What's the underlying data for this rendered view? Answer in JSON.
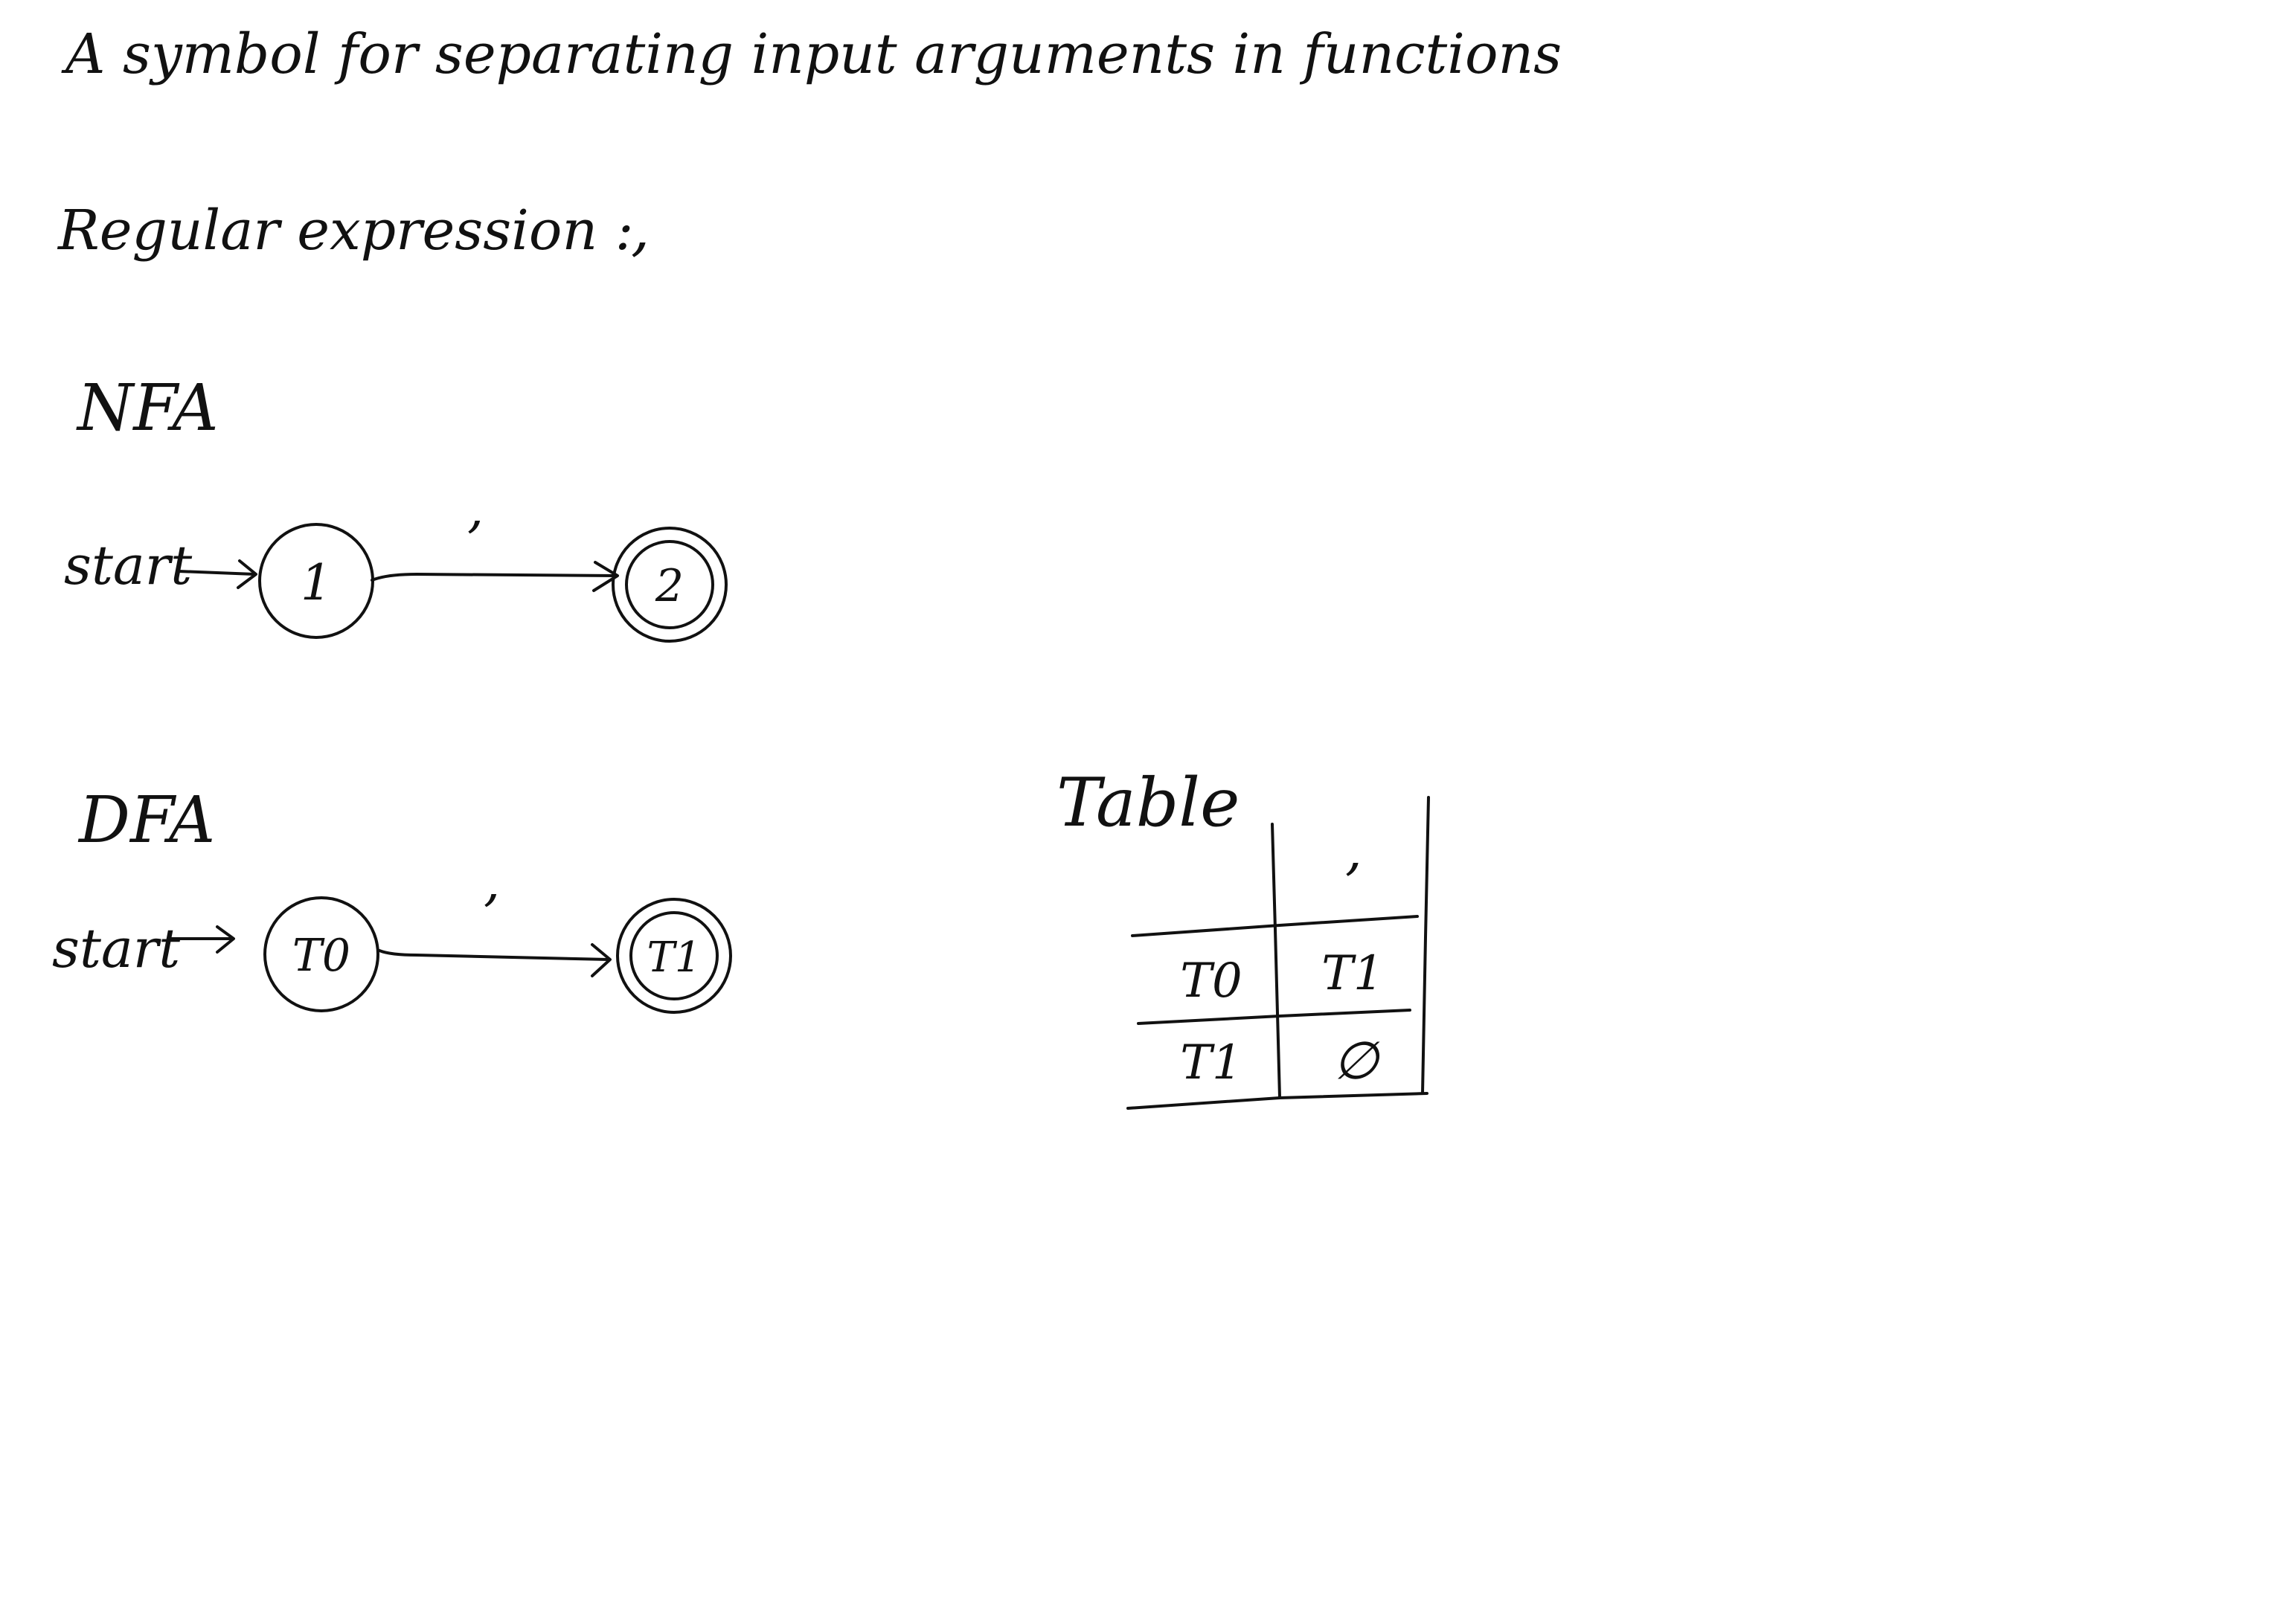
{
  "title": "A symbol for separating input arguments in functions",
  "regex": {
    "label": "Regular expression :",
    "value": ","
  },
  "nfa": {
    "heading": "NFA",
    "start_label": "start",
    "states": [
      "1",
      "2"
    ],
    "transition_symbol": ","
  },
  "dfa": {
    "heading": "DFA",
    "start_label": "start",
    "states": [
      "T0",
      "T1"
    ],
    "transition_symbol": ","
  },
  "table": {
    "heading": "Table",
    "column_header": ",",
    "rows": [
      {
        "state": "T0",
        "next": "T1"
      },
      {
        "state": "T1",
        "next": "∅"
      }
    ]
  },
  "colors": {
    "ink": "#111111",
    "background": "#ffffff"
  }
}
